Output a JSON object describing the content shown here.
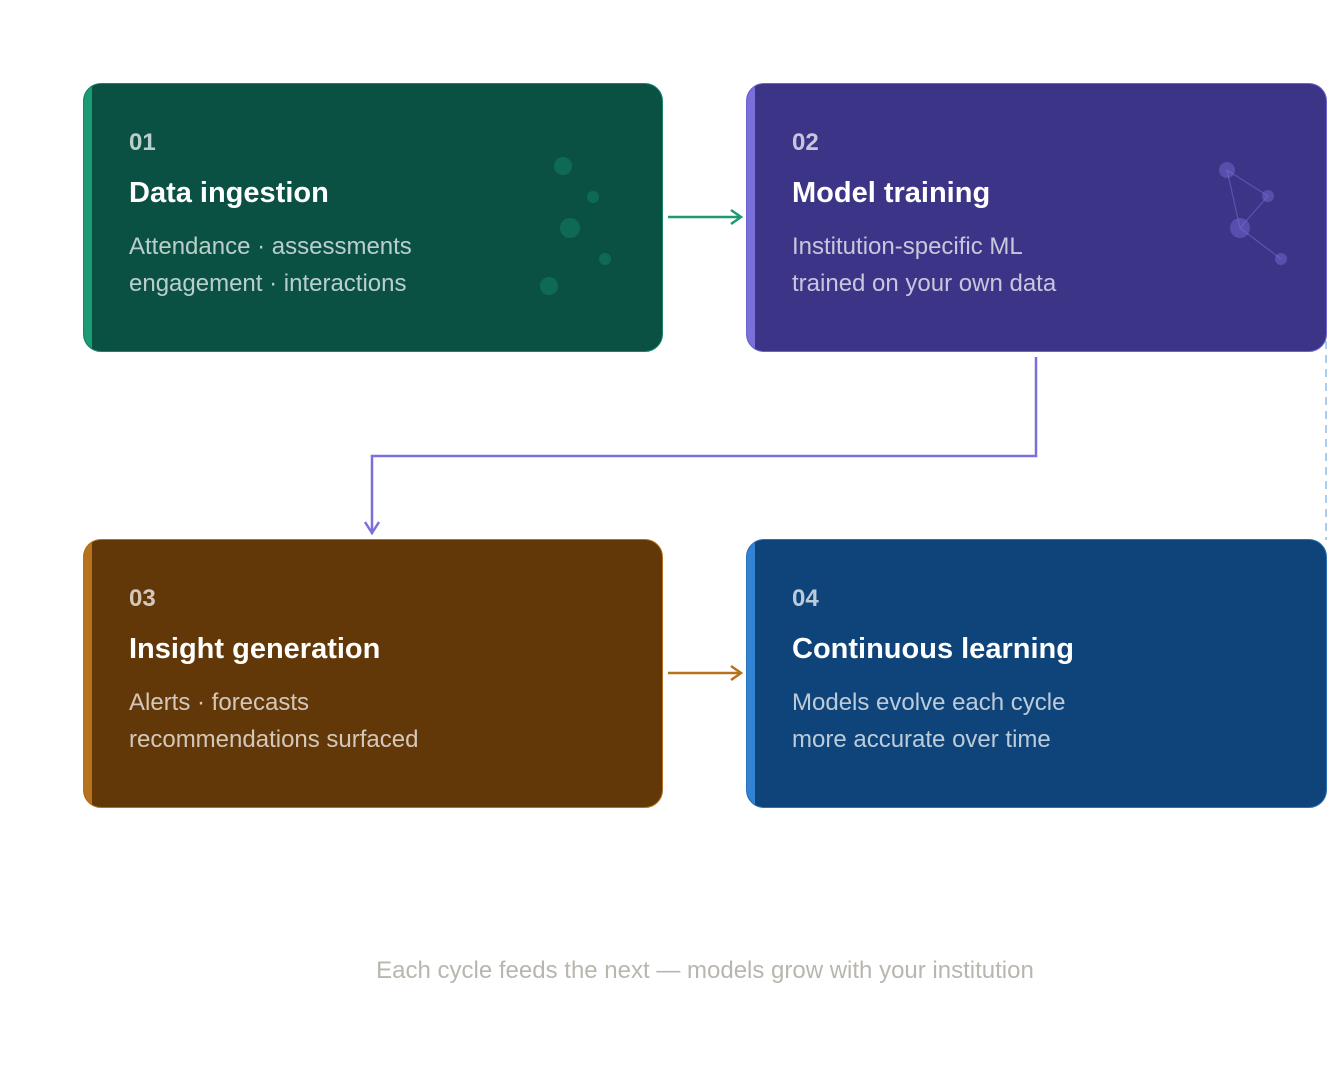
{
  "steps": [
    {
      "number": "01",
      "title": "Data ingestion",
      "line1": "Attendance · assessments",
      "line2": "engagement · interactions",
      "color": "#0a5144",
      "accent": "#1b9a74",
      "decoration": "scatter-dots-icon"
    },
    {
      "number": "02",
      "title": "Model training",
      "line1": "Institution-specific ML",
      "line2": "trained on your own data",
      "color": "#3c3487",
      "accent": "#7a70dc",
      "decoration": "network-graph-icon"
    },
    {
      "number": "03",
      "title": "Insight generation",
      "line1": "Alerts · forecasts",
      "line2": "recommendations surfaced",
      "color": "#633808",
      "accent": "#b7721d"
    },
    {
      "number": "04",
      "title": "Continuous learning",
      "line1": "Models evolve each cycle",
      "line2": "more accurate over time",
      "color": "#0e4479",
      "accent": "#3383d4"
    }
  ],
  "connectors": [
    {
      "from": "01",
      "to": "02",
      "color": "#1b9a74"
    },
    {
      "from": "02",
      "to": "03",
      "color": "#7a70dc"
    },
    {
      "from": "03",
      "to": "04",
      "color": "#b7721d"
    },
    {
      "from": "04",
      "to": "02",
      "color": "#a9cdec",
      "style": "dashed"
    }
  ],
  "caption": "Each cycle feeds the next — models grow with your institution"
}
